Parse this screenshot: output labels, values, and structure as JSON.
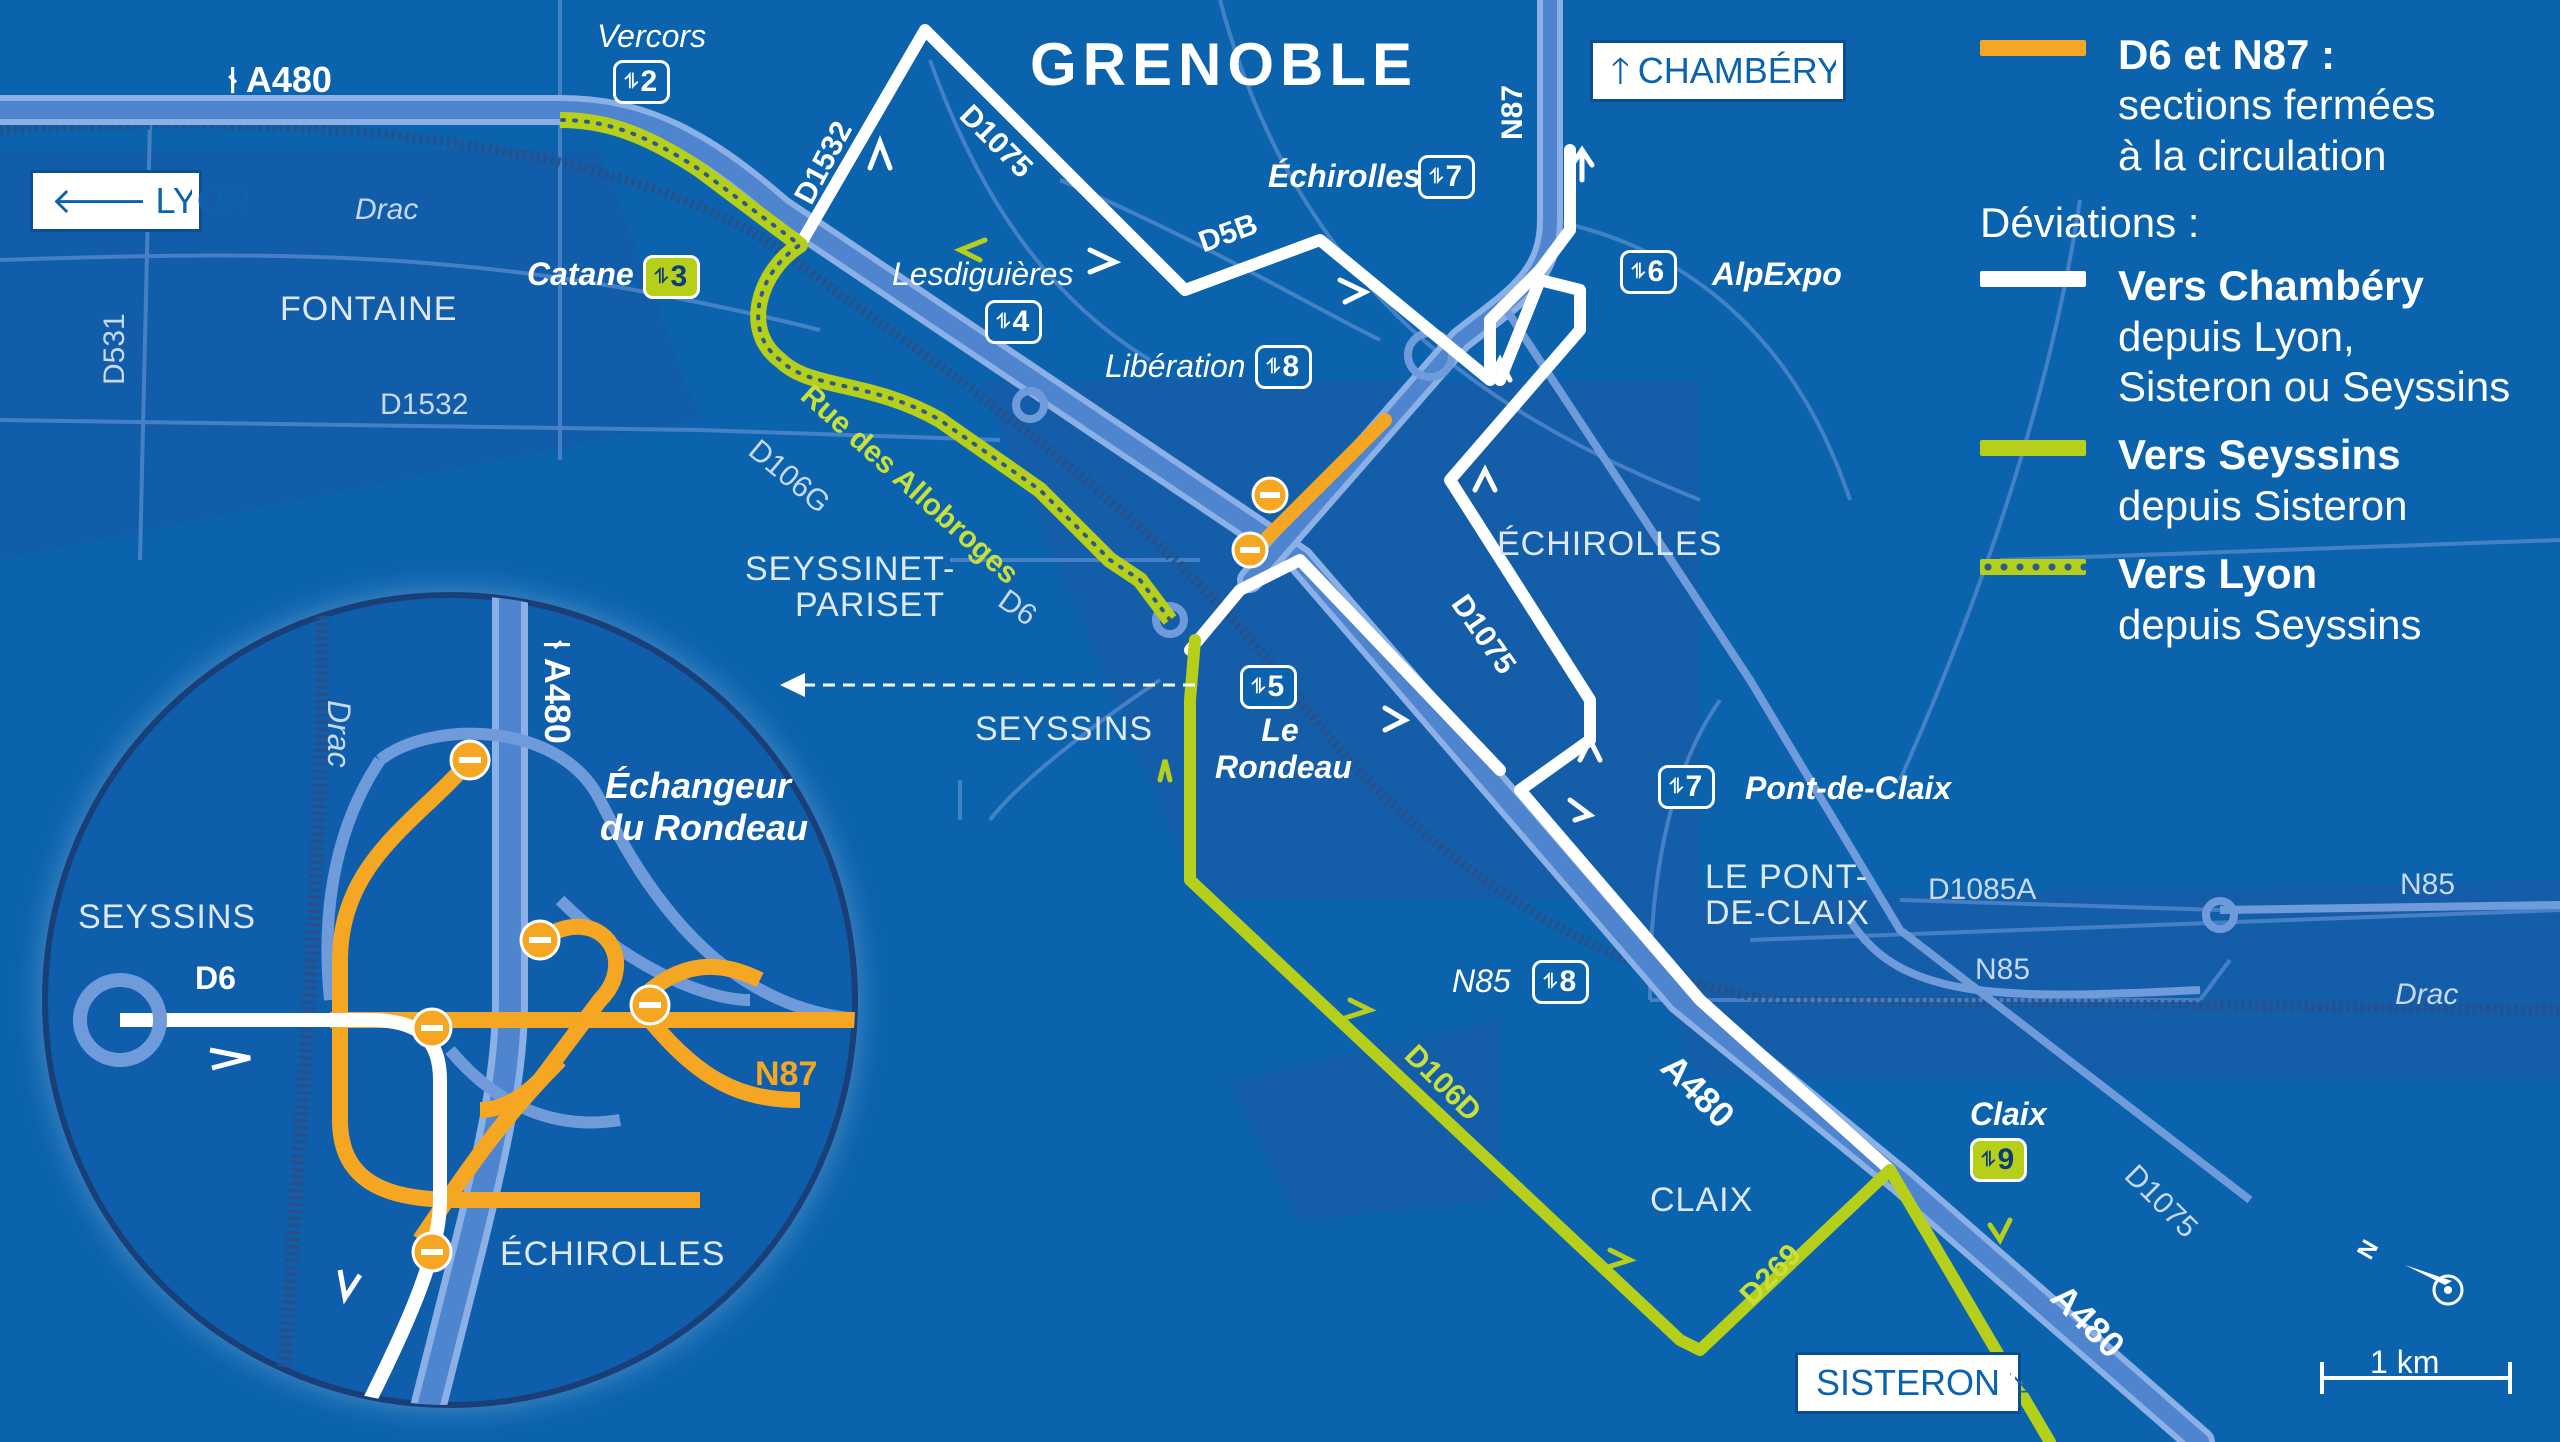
{
  "title": "GRENOBLE",
  "legend": {
    "closed_title": "D6 et N87 :",
    "closed_desc_1": "sections fermées",
    "closed_desc_2": "à la circulation",
    "deviations_heading": "Déviations :",
    "chambery_title": "Vers Chambéry",
    "chambery_desc_1": "depuis Lyon,",
    "chambery_desc_2": "Sisteron ou Seyssins",
    "seyssins_title": "Vers Seyssins",
    "seyssins_desc": "depuis Sisteron",
    "lyon_title": "Vers Lyon",
    "lyon_desc": "depuis Seyssins",
    "colors": {
      "closed": "#f5a623",
      "chambery": "#ffffff",
      "seyssins": "#b6cf1a"
    }
  },
  "signs": {
    "lyon": "LYON",
    "chambery": "CHAMBÉRY",
    "sisteron": "SISTERON"
  },
  "towns": {
    "fontaine": "FONTAINE",
    "seyssinet_1": "SEYSSINET-",
    "seyssinet_2": "PARISET",
    "seyssins": "SEYSSINS",
    "echirolles": "ÉCHIROLLES",
    "pont_de_claix_1": "LE PONT-",
    "pont_de_claix_2": "DE-CLAIX",
    "claix": "CLAIX"
  },
  "roads": {
    "a480_top": "A480",
    "a480_mid": "A480",
    "a480_bottom": "A480",
    "d531": "D531",
    "d1532_a": "D1532",
    "d1532_b": "D1532",
    "d1075_a": "D1075",
    "d1075_b": "D1075",
    "d1075_c": "D1075",
    "d5b": "D5B",
    "n87": "N87",
    "d106g": "D106G",
    "d6": "D6",
    "allobroges": "Rue des Allobroges",
    "d106d": "D106D",
    "d269": "D269",
    "d1085a": "D1085A",
    "n85_a": "N85",
    "n85_b": "N85",
    "n85_c": "N85",
    "drac_a": "Drac",
    "drac_b": "Drac"
  },
  "exits": [
    {
      "num": "2",
      "name": "Vercors"
    },
    {
      "num": "3",
      "name": "Catane"
    },
    {
      "num": "4",
      "name": "Lesdiguières"
    },
    {
      "num": "5",
      "name": "Le Rondeau"
    },
    {
      "num": "6",
      "name": "AlpExpo"
    },
    {
      "num": "7",
      "name": "Échirolles"
    },
    {
      "num": "7",
      "name": "Pont-de-Claix"
    },
    {
      "num": "8",
      "name": "Libération"
    },
    {
      "num": "8",
      "name": "N85"
    },
    {
      "num": "9",
      "name": "Claix"
    }
  ],
  "inset": {
    "title_1": "Échangeur",
    "title_2": "du Rondeau",
    "seyssins": "SEYSSINS",
    "echirolles": "ÉCHIROLLES",
    "d6": "D6",
    "n87": "N87",
    "a480": "A480",
    "drac": "Drac"
  },
  "scale": "1 km",
  "compass": "N"
}
